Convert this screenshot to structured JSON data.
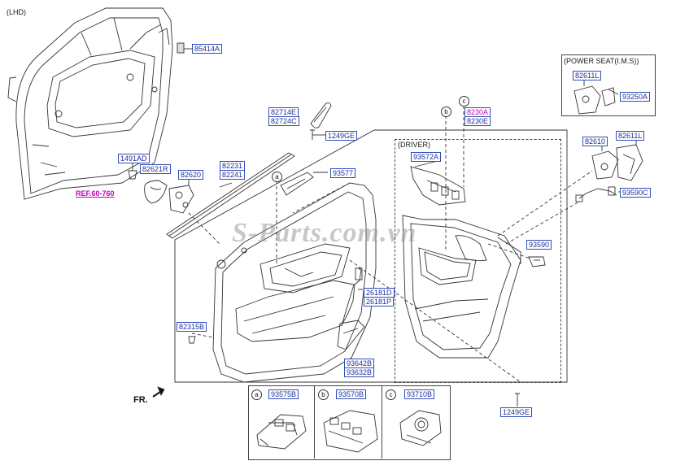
{
  "diagram": {
    "variant_label": "(LHD)",
    "watermark": "S-Parts.com.vn",
    "ref_label": "REF.60-760",
    "fr_label": "FR.",
    "power_seat_label": "(POWER SEAT(I.M.S))",
    "driver_label": "(DRIVER)",
    "callouts": {
      "c85414A": "85414A",
      "c82714E": "82714E",
      "c82724C": "82724C",
      "c1249GE_top": "1249GE",
      "c8230A": "8230A",
      "c8230E": "8230E",
      "c1491AD": "1491AD",
      "c82621R": "82621R",
      "c82620": "82620",
      "c82231": "82231",
      "c82241": "82241",
      "c93577": "93577",
      "c93572A": "93572A",
      "c82611L_top": "82611L",
      "c93250A": "93250A",
      "c82610": "82610",
      "c82611L": "82611L",
      "c93590C": "93590C",
      "c93590": "93590",
      "c26181D": "26181D",
      "c26181P": "26181P",
      "c82315B": "82315B",
      "c93642B": "93642B",
      "c93632B": "93632B",
      "c1249GE_bottom": "1249GE",
      "c93575B": "93575B",
      "c93570B": "93570B",
      "c93710B": "93710B"
    },
    "markers": {
      "a": "a",
      "b": "b",
      "c": "c"
    }
  }
}
